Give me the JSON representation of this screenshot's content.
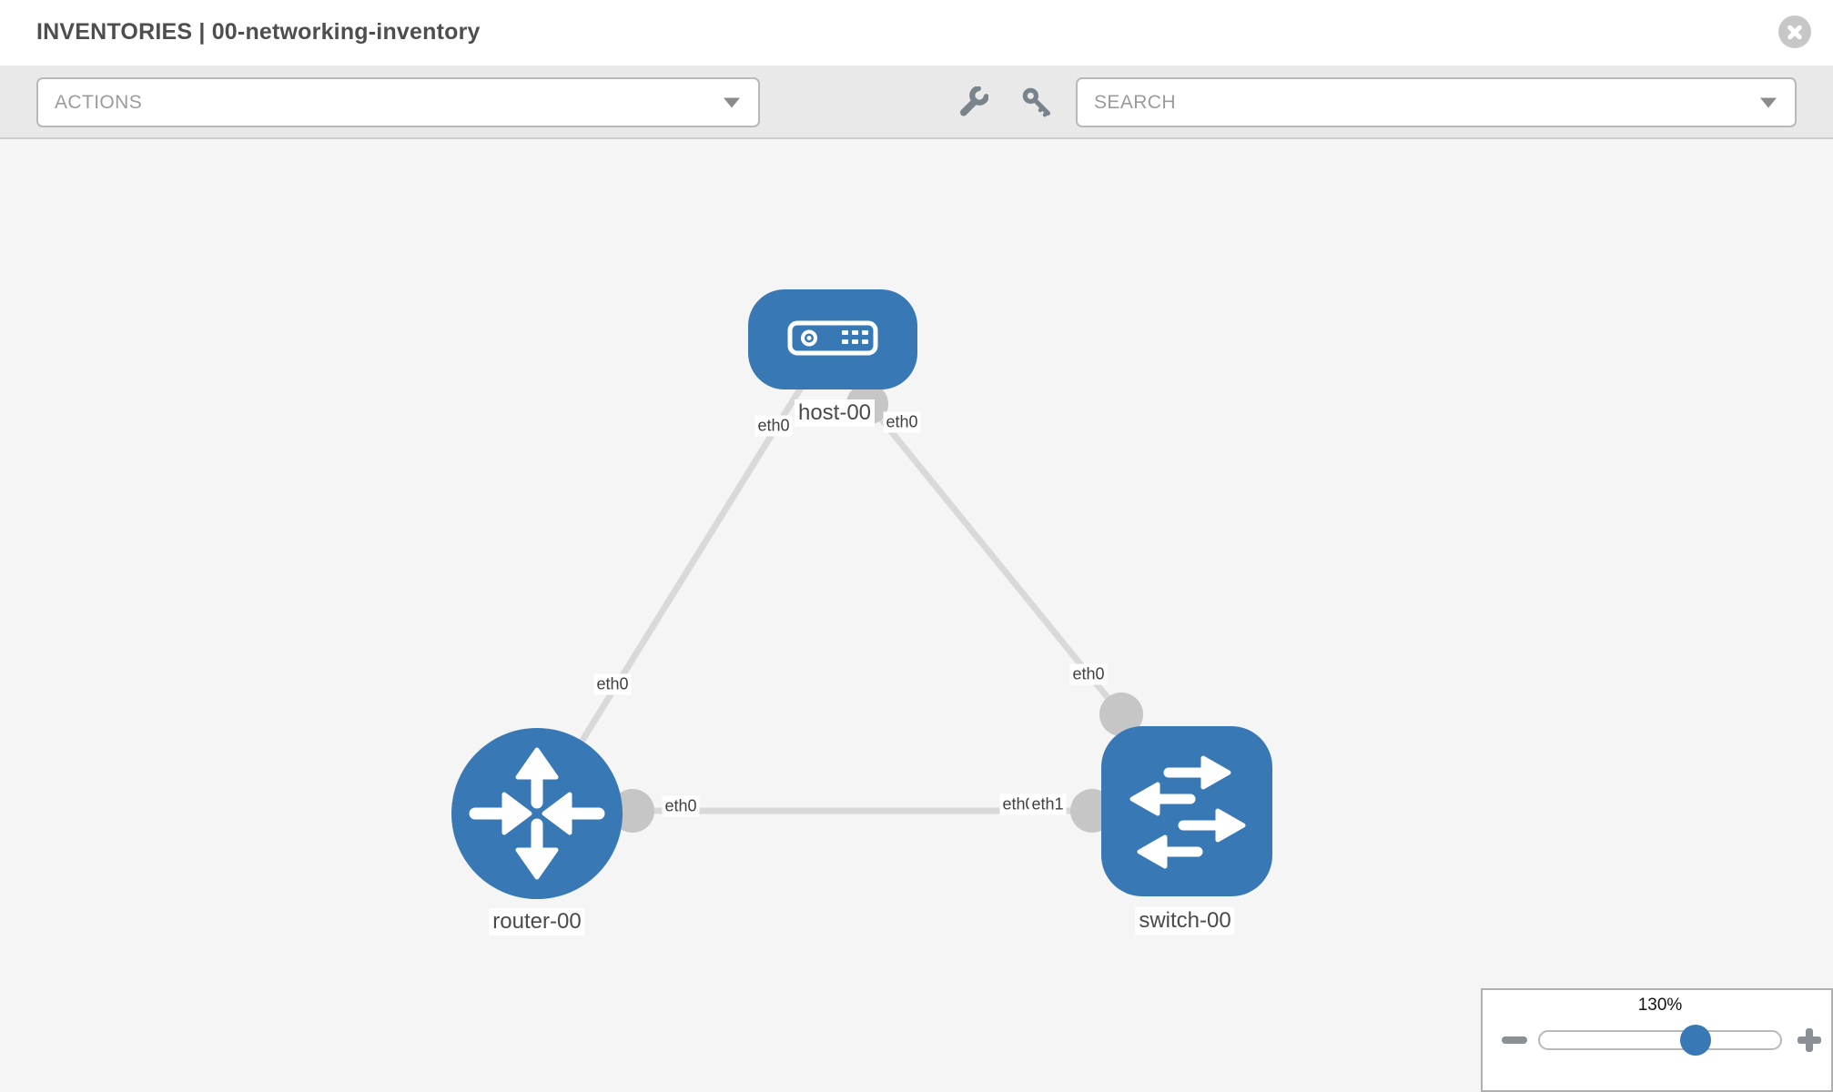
{
  "header": {
    "title": "INVENTORIES | 00-networking-inventory",
    "close_icon": "x-circle-icon"
  },
  "toolbar": {
    "actions_label": "ACTIONS",
    "search_placeholder": "SEARCH",
    "icons": [
      "wrench-icon",
      "key-icon"
    ]
  },
  "topology": {
    "node_labels": {
      "host": "host-00",
      "router": "router-00",
      "switch": "switch-00"
    },
    "node_types": {
      "host": "host",
      "router": "router",
      "switch": "switch"
    },
    "interfaces": {
      "hr_host": "eth0",
      "hr_router": "eth0",
      "hs_host": "eth0",
      "hs_switch": "eth0",
      "rs_router": "eth0",
      "rs_switch_back": "eth0",
      "rs_switch_front": "eth1"
    },
    "links": [
      {
        "source": "host-00",
        "source_if": "eth0",
        "target": "router-00",
        "target_if": "eth0"
      },
      {
        "source": "host-00",
        "source_if": "eth0",
        "target": "switch-00",
        "target_if": "eth0"
      },
      {
        "source": "router-00",
        "source_if": "eth0",
        "target": "switch-00",
        "target_if": "eth1"
      }
    ]
  },
  "zoom_control": {
    "value": "130%",
    "zoom_out_icon": "minus-icon",
    "zoom_in_icon": "plus-icon"
  },
  "colors": {
    "node_blue": "#3878b5",
    "connector_gray": "#c6c6c6",
    "link_gray": "#d9d9d9",
    "canvas_bg": "#f5f5f5",
    "toolbar_bg": "#e9e9e9"
  }
}
